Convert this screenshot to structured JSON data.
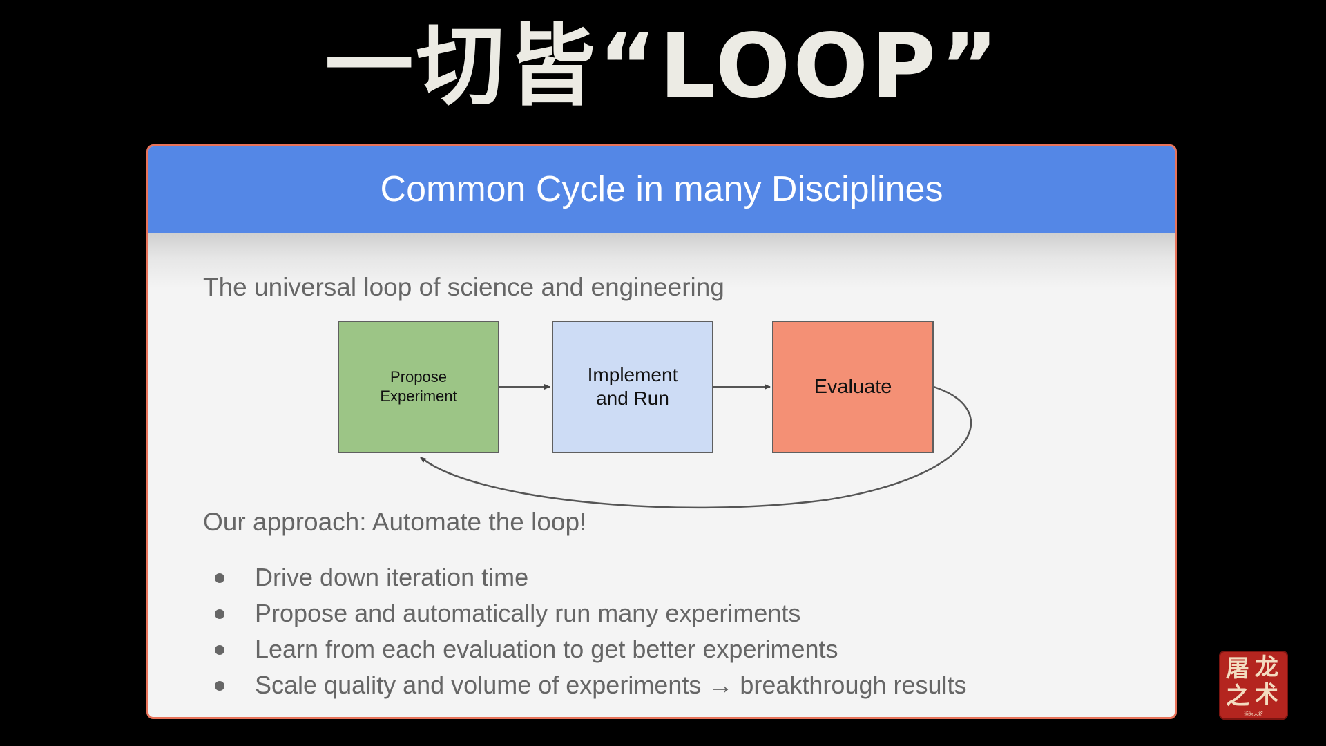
{
  "headline": "一切皆“LOOP”",
  "slide": {
    "title": "Common Cycle in many Disciplines",
    "subtitle": "The universal loop of science and engineering",
    "approach": "Our approach: Automate the loop!",
    "bullets": [
      "Drive down iteration time",
      "Propose and automatically run many experiments",
      "Learn from each evaluation to get better experiments",
      "Scale quality and volume of experiments → breakthrough results"
    ]
  },
  "diagram": {
    "nodes": [
      {
        "id": "propose",
        "label": "Propose\nExperiment",
        "color": "#9cc586"
      },
      {
        "id": "implement",
        "label": "Implement\nand Run",
        "color": "#cddcf5"
      },
      {
        "id": "evaluate",
        "label": "Evaluate",
        "color": "#f49075"
      }
    ],
    "edges": [
      {
        "from": "propose",
        "to": "implement"
      },
      {
        "from": "implement",
        "to": "evaluate"
      },
      {
        "from": "evaluate",
        "to": "propose"
      }
    ]
  },
  "watermark": {
    "chars": [
      "屠",
      "龙",
      "之",
      "术"
    ],
    "subtext": "活为人将"
  },
  "colors": {
    "header_blue": "#5487e6",
    "slide_border": "#e8735a",
    "headline_text": "#ecebe4",
    "body_text": "#666666"
  }
}
